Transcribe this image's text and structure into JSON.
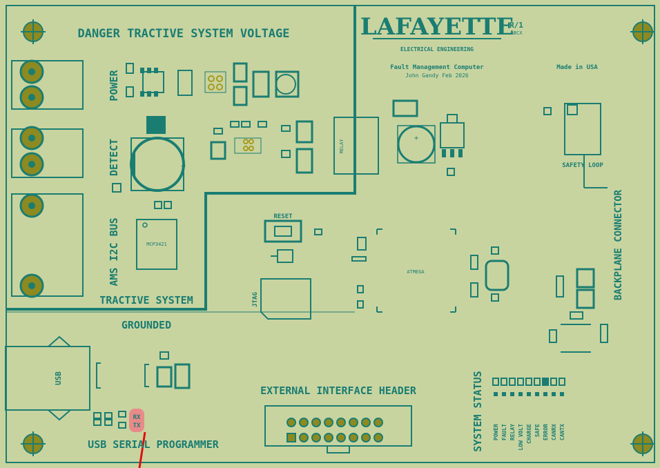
{
  "brand": {
    "name": "LAFAYETTE",
    "rev": "R/1",
    "rev_sub": "ABCX"
  },
  "board": {
    "subtitle": "Fault Management Computer",
    "author_line": "John Gandy Feb 2026",
    "made_in": "Made in USA",
    "sub_banner": "ELECTRICAL ENGINEERING"
  },
  "labels": {
    "danger": "DANGER TRACTIVE SYSTEM VOLTAGE",
    "power": "POWER",
    "detect": "DETECT",
    "ams_bus": "AMS I2C BUS",
    "tractive_system": "TRACTIVE SYSTEM",
    "grounded": "GROUNDED",
    "usb": "USB",
    "usb_serial": "USB SERIAL PROGRAMMER",
    "rx": "RX",
    "tx": "TX",
    "ext_header": "EXTERNAL INTERFACE HEADER",
    "system_status": "SYSTEM STATUS",
    "backplane": "BACKPLANE CONNECTOR",
    "safety_loop": "SAFETY LOOP",
    "reset": "RESET",
    "jtag": "JTAG",
    "ic1": "MCP3421",
    "ic2": "ATMEGA",
    "relay": "RELAY"
  },
  "status_leds": [
    "POWER",
    "FAULT",
    "RELAY",
    "LOW VOLT",
    "CHARGE",
    "SAFE",
    "ERROR",
    "CANRX",
    "CANTX"
  ],
  "colors": {
    "board": "#c8d4a0",
    "silk": "#1a7d72",
    "pad": "#8c8a20",
    "copper": "#a89a20",
    "highlight": "#e88a8a",
    "wire": "#e01010"
  }
}
